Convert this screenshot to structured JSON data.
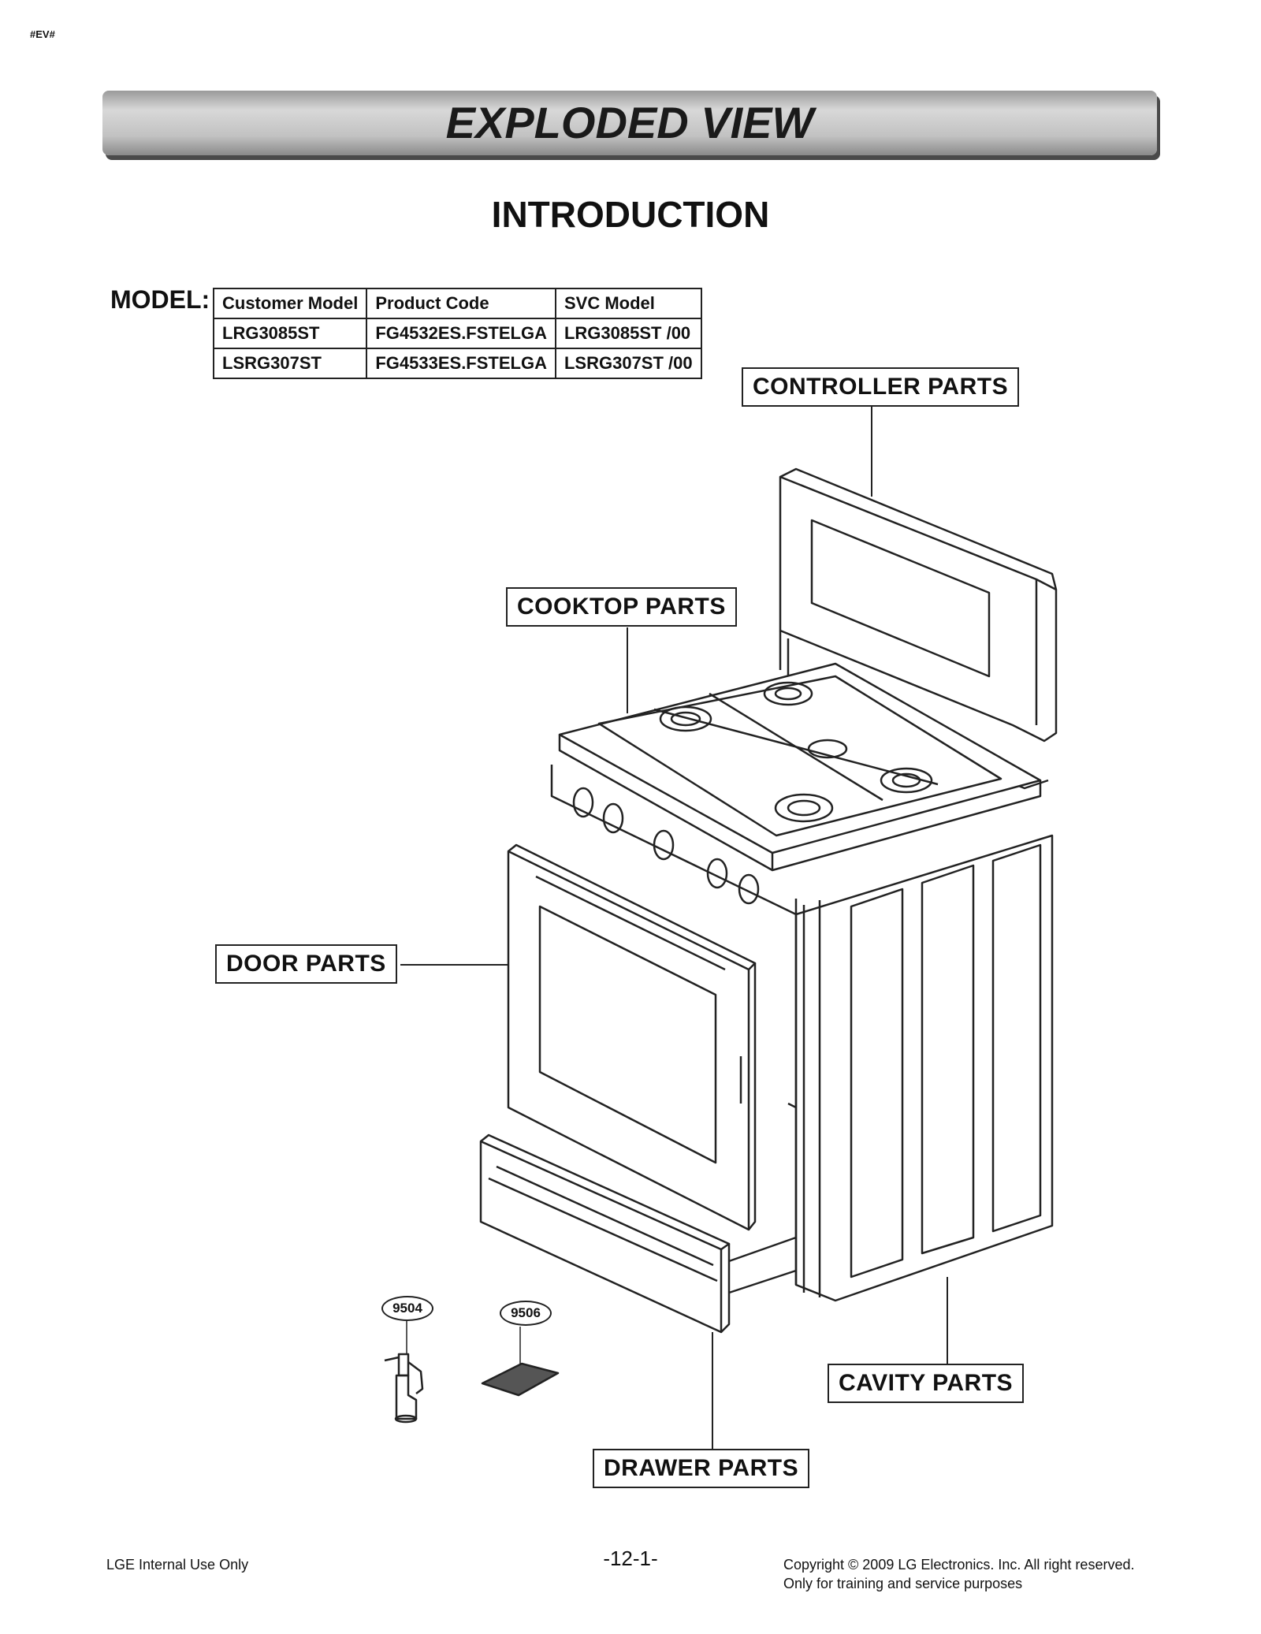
{
  "doc_tag": "#EV#",
  "title": "EXPLODED VIEW",
  "section": "INTRODUCTION",
  "model_label": "MODEL:",
  "model_table": {
    "headers": [
      "Customer Model",
      "Product Code",
      "SVC Model"
    ],
    "rows": [
      [
        "LRG3085ST",
        "FG4532ES.FSTELGA",
        "LRG3085ST /00"
      ],
      [
        "LSRG307ST",
        "FG4533ES.FSTELGA",
        "LSRG307ST /00"
      ]
    ]
  },
  "callouts": {
    "controller": "CONTROLLER PARTS",
    "cooktop": "COOKTOP PARTS",
    "door": "DOOR PARTS",
    "cavity": "CAVITY PARTS",
    "drawer": "DRAWER PARTS"
  },
  "part_numbers": [
    "9504",
    "9506"
  ],
  "footer": {
    "left": "LGE Internal Use Only",
    "page": "-12-1-",
    "copyright_line1": "Copyright © 2009 LG Electronics. Inc. All right reserved.",
    "copyright_line2": "Only for training and service purposes"
  }
}
